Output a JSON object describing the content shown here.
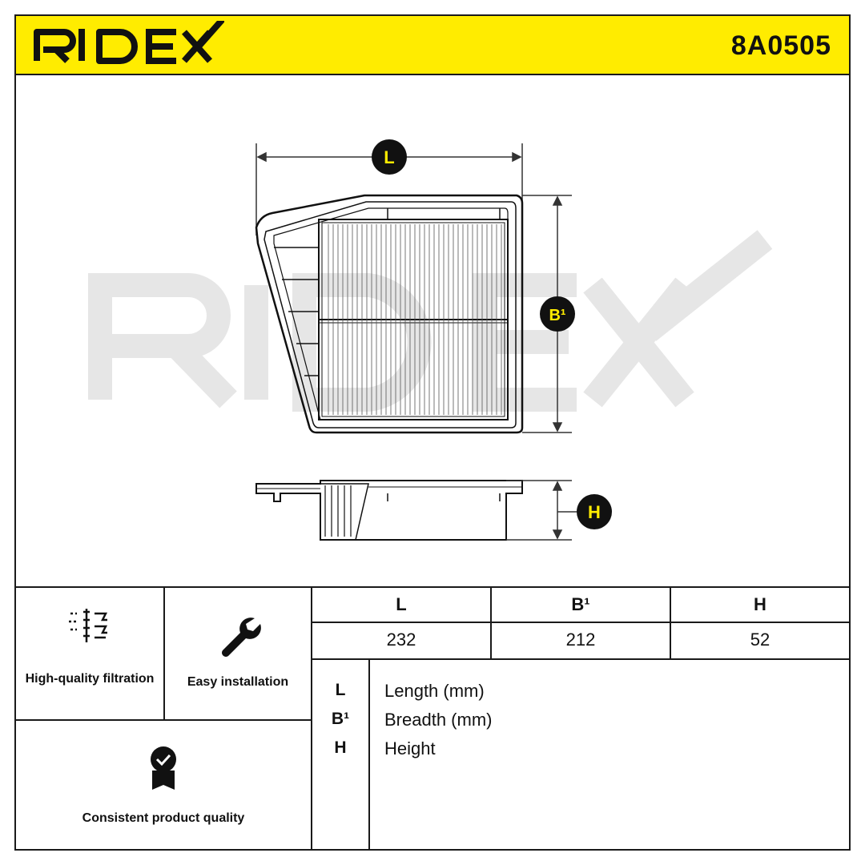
{
  "header": {
    "brand": "RIDEX",
    "part_number": "8A0505",
    "brand_color": "#ffec00"
  },
  "drawing": {
    "watermark": "RIDEX",
    "markers": {
      "length": "L",
      "breadth": "B¹",
      "height": "H"
    }
  },
  "features": [
    {
      "label": "High-quality filtration",
      "icon": "filtration-icon"
    },
    {
      "label": "Easy installation",
      "icon": "wrench-icon"
    },
    {
      "label": "Consistent product quality",
      "icon": "quality-badge-icon"
    }
  ],
  "dimensions": {
    "headers": [
      "L",
      "B¹",
      "H"
    ],
    "values": [
      "232",
      "212",
      "52"
    ]
  },
  "legend": [
    {
      "key": "L",
      "text": "Length (mm)"
    },
    {
      "key": "B¹",
      "text": "Breadth (mm)"
    },
    {
      "key": "H",
      "text": "Height"
    }
  ]
}
